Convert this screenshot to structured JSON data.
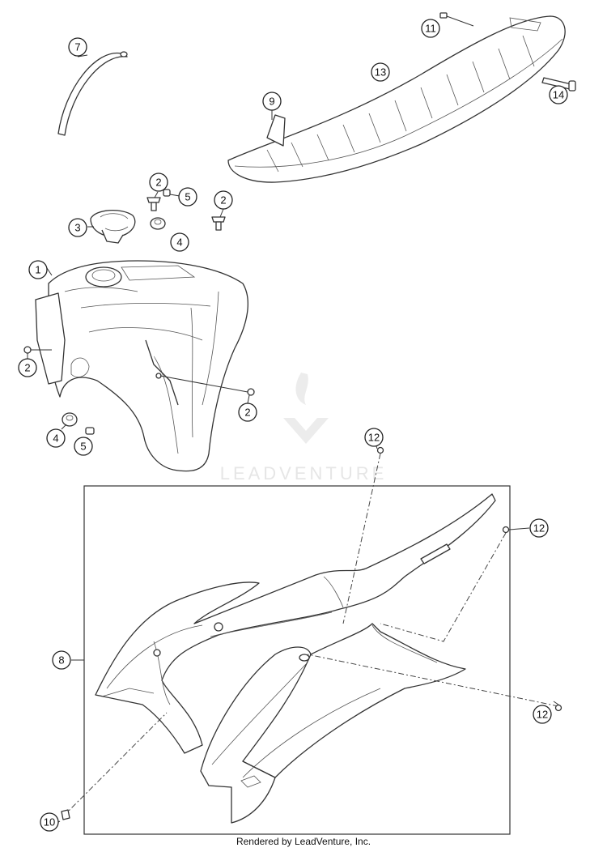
{
  "callouts": [
    "1",
    "2",
    "3",
    "4",
    "5",
    "7",
    "8",
    "9",
    "10",
    "11",
    "12",
    "13",
    "14"
  ],
  "watermark": {
    "text": "LEADVENTURE"
  },
  "footer": {
    "text": "Rendered by LeadVenture, Inc."
  }
}
